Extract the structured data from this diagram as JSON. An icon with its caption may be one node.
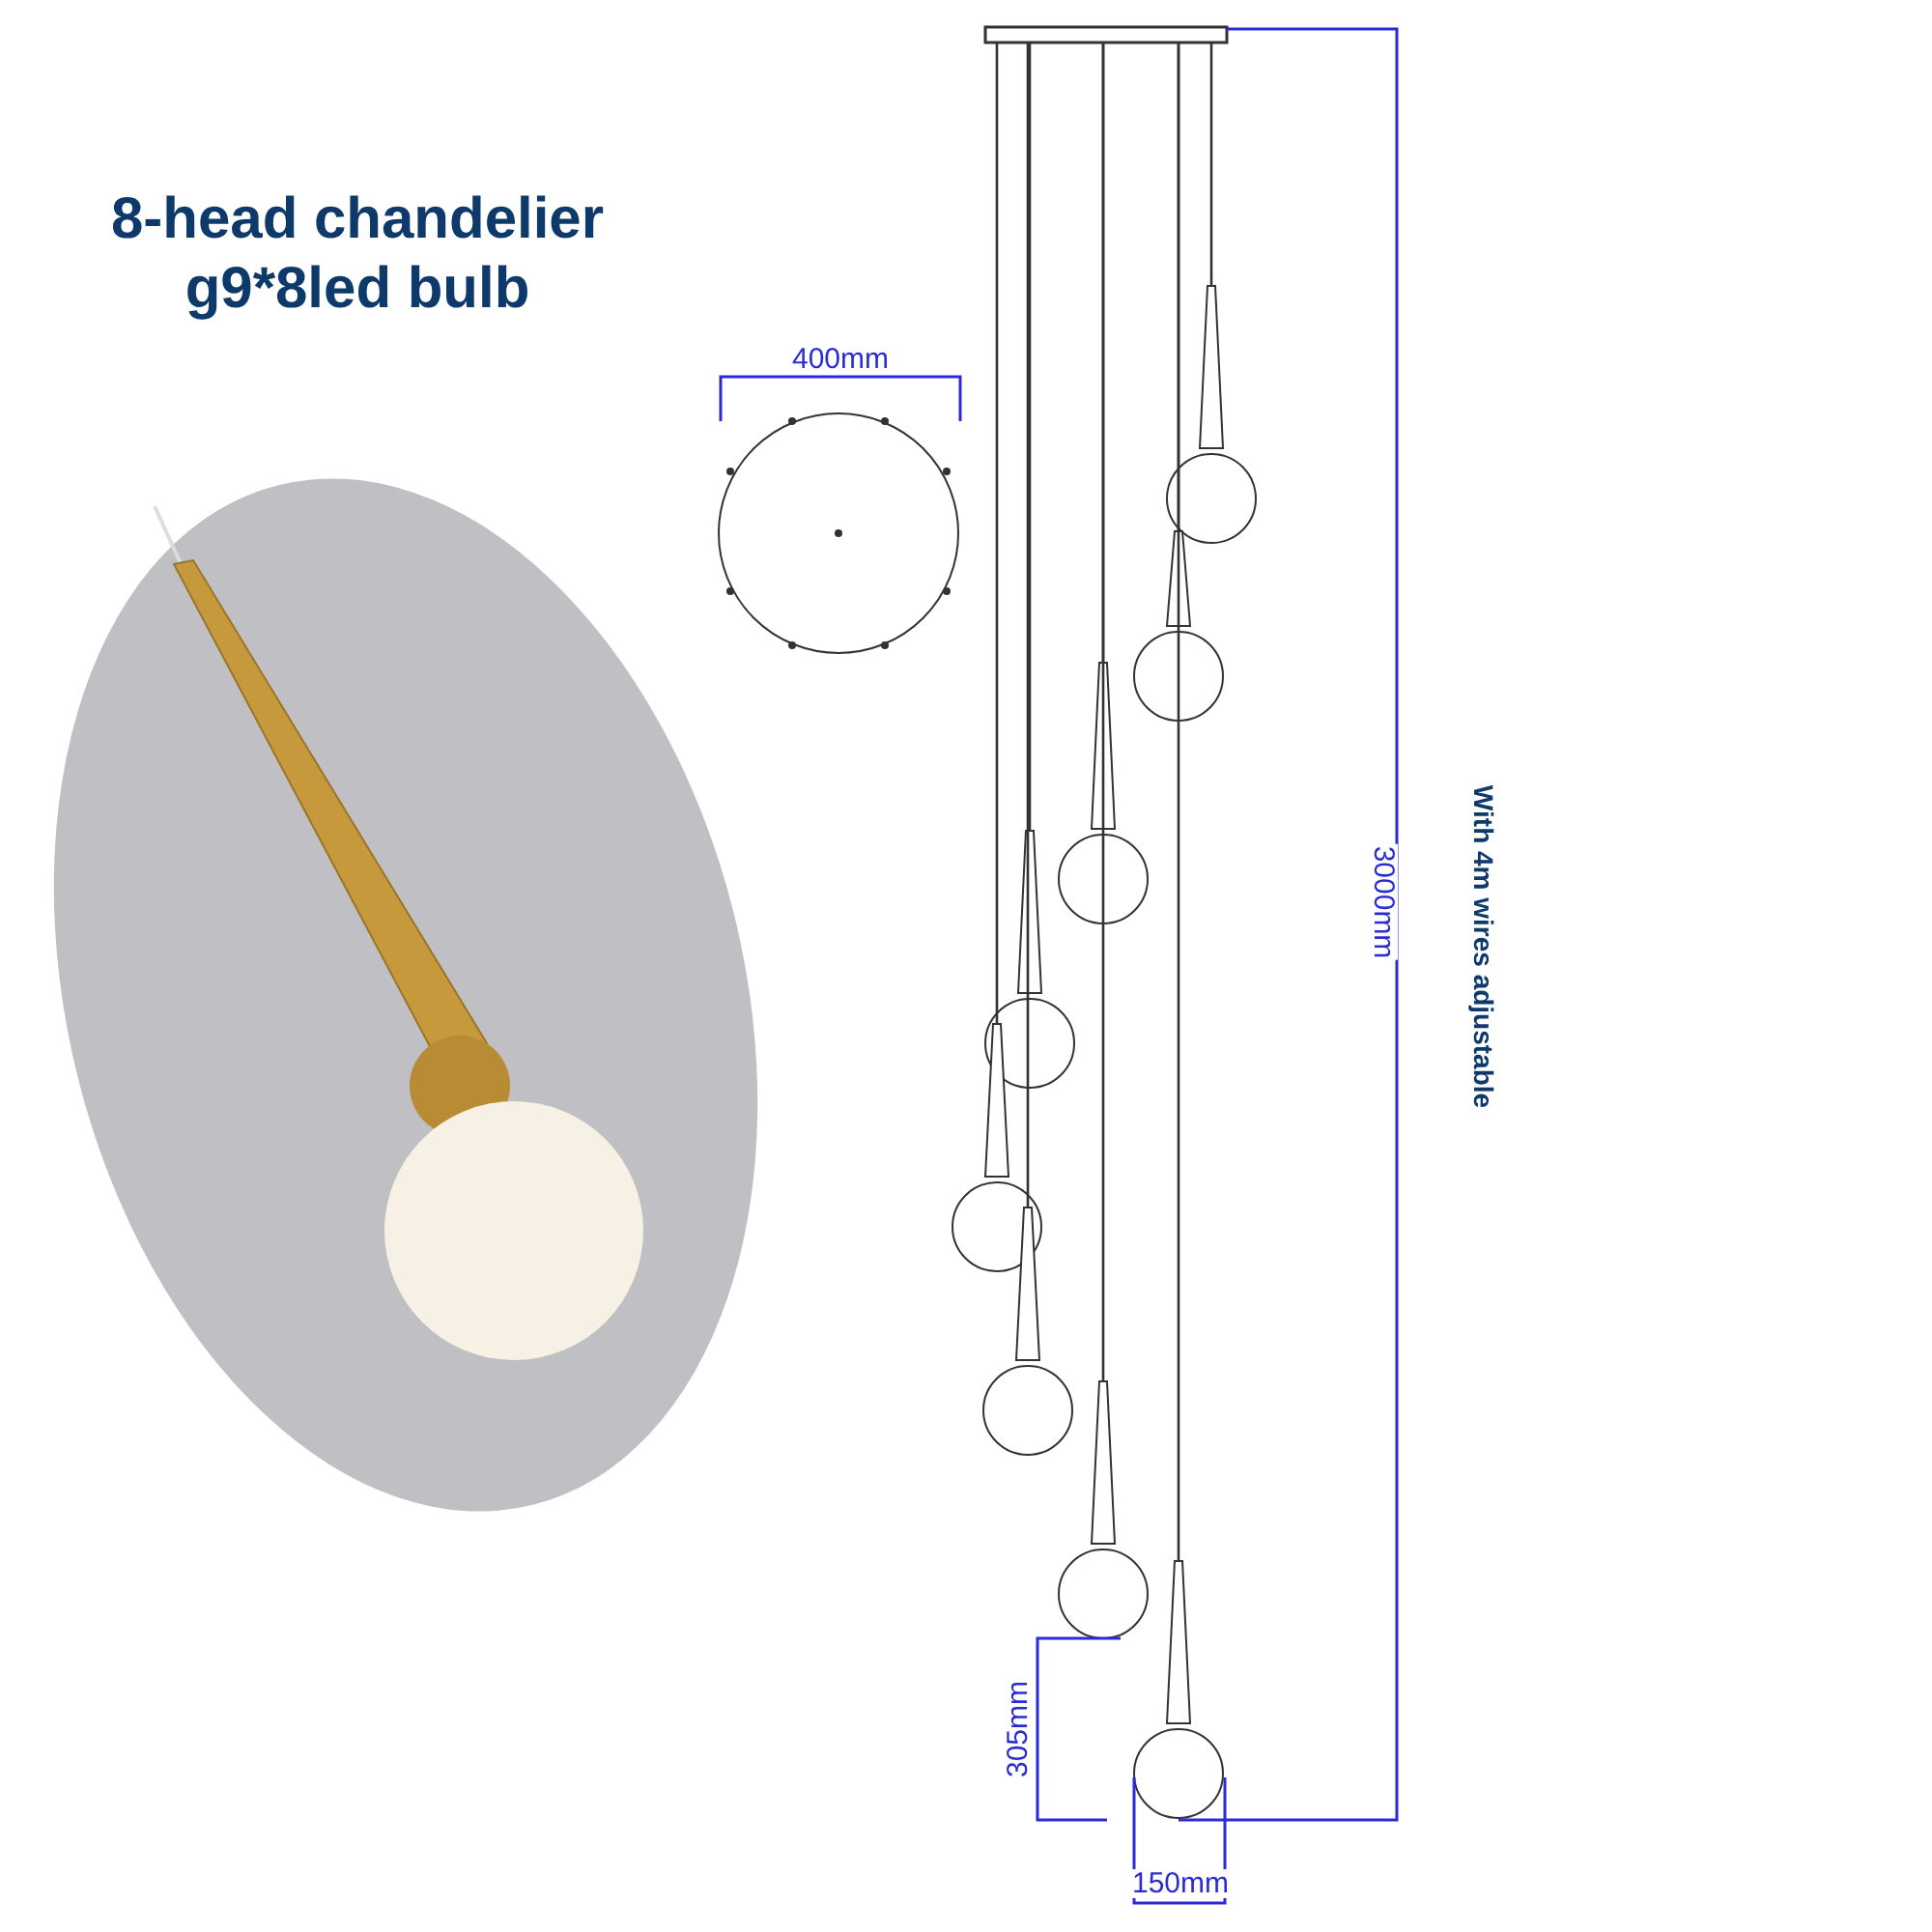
{
  "diagram": {
    "title": "8-head chandelier g9*8led bulb",
    "labels": [
      "400mm",
      "3000mm",
      "With 4m wires adjustable",
      "305mm",
      "150mm"
    ]
  }
}
